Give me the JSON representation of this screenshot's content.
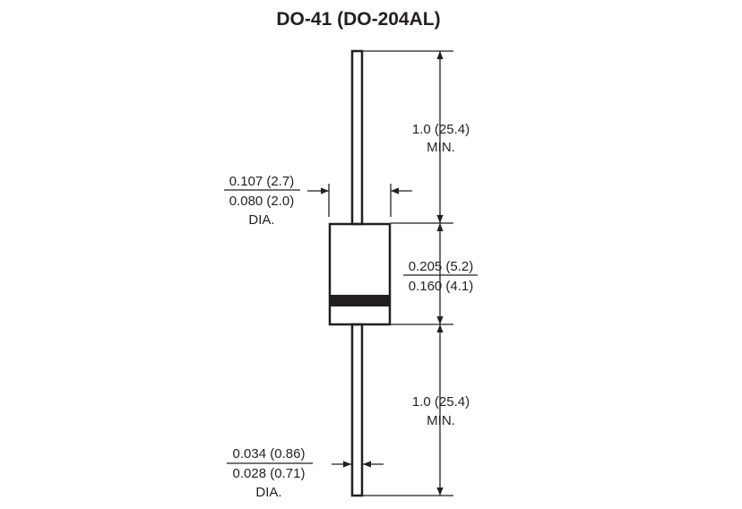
{
  "title": "DO-41 (DO-204AL)",
  "dimensions": {
    "lead_length_top": {
      "value": "1.0 (25.4)",
      "note": "MIN."
    },
    "body_diameter": {
      "max": "0.107 (2.7)",
      "min": "0.080 (2.0)",
      "note": "DIA."
    },
    "body_length": {
      "max": "0.205 (5.2)",
      "min": "0.160 (4.1)"
    },
    "lead_length_bottom": {
      "value": "1.0 (25.4)",
      "note": "MIN."
    },
    "lead_diameter": {
      "max": "0.034 (0.86)",
      "min": "0.028 (0.71)",
      "note": "DIA."
    }
  },
  "colors": {
    "line": "#231f20",
    "background": "#ffffff"
  }
}
